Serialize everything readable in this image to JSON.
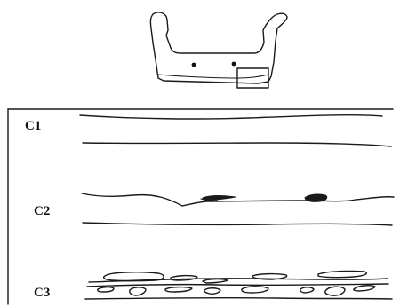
{
  "panels": [
    {
      "label": "C1"
    },
    {
      "label": "C2"
    },
    {
      "label": "C3"
    }
  ]
}
